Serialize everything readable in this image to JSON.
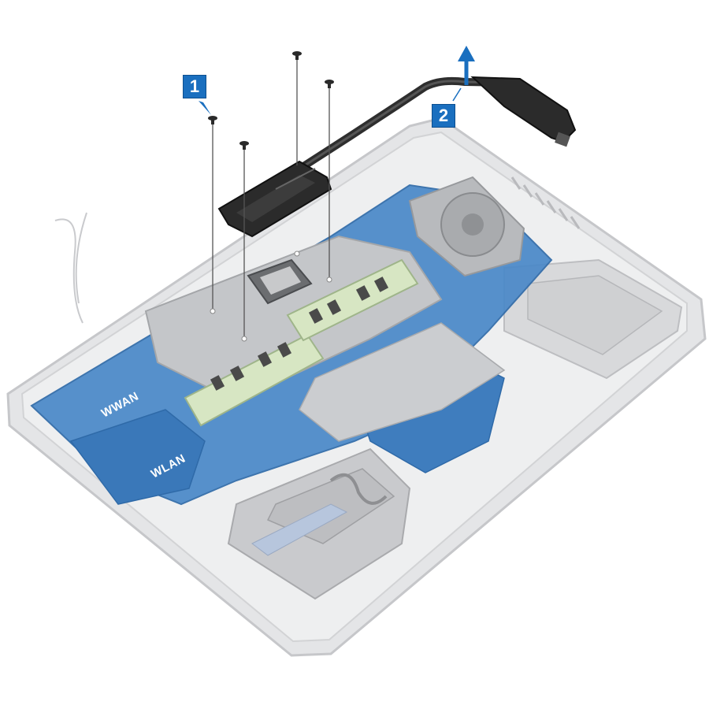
{
  "steps": [
    {
      "number": "1"
    },
    {
      "number": "2"
    }
  ],
  "board_labels": {
    "wwan": "WWAN",
    "wlan": "WLAN"
  },
  "colors": {
    "callout_blue": "#1a6fbf",
    "board_blue": "#3d7fc2",
    "heatpipe": "#2e2e2e",
    "chassis": "#d9dadc"
  },
  "icons": {
    "arrow": "up-arrow-icon",
    "screws": "screw-icon"
  }
}
